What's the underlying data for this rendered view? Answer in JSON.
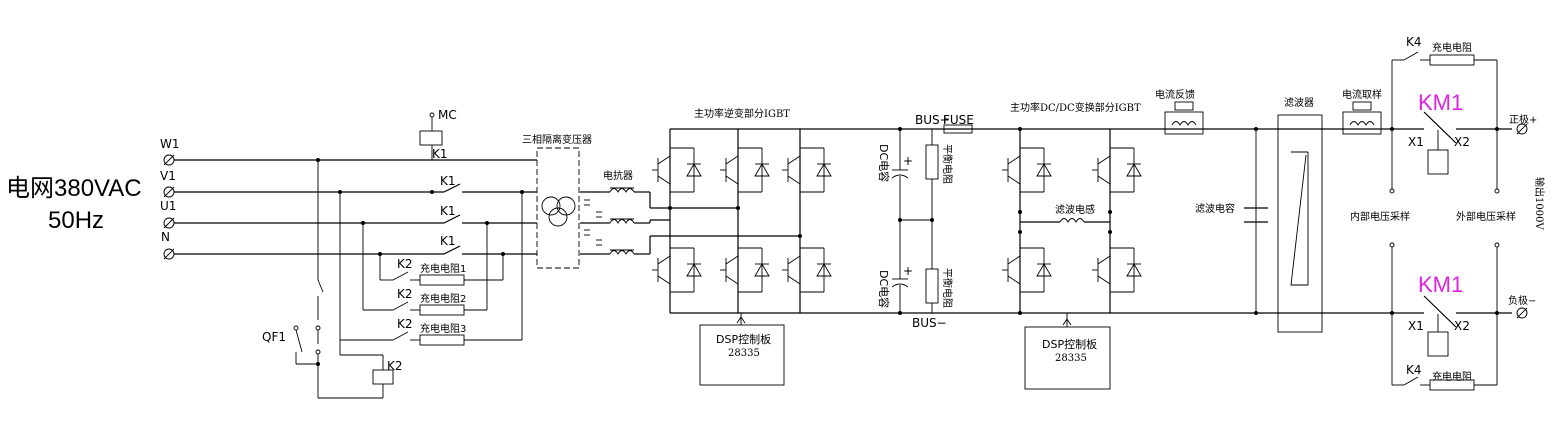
{
  "grid": {
    "name": "电网380VAC",
    "freq": "50Hz"
  },
  "terminals": [
    "W1",
    "V1",
    "U1",
    "N"
  ],
  "labels": {
    "mc": "MC",
    "k1": "K1",
    "k2": "K2",
    "k4": "K4",
    "qf1": "QF1",
    "transformer": "三相隔离变压器",
    "reactor": "电抗器",
    "inverter": "主功率逆变部分IGBT",
    "dcdc": "主功率DC/DC变换部分IGBT",
    "bus_plus": "BUS+",
    "bus_minus": "BUS−",
    "fuse": "FUSE",
    "dc_cap": "DC电容",
    "balance_res": "平衡电阻",
    "filter_inductor": "滤波电感",
    "filter_cap": "滤波电容",
    "current_feedback": "电流反馈",
    "current_sample": "电流取样",
    "filter": "滤波器",
    "km1": "KM1",
    "x1": "X1",
    "x2": "X2",
    "inner_v": "内部电压采样",
    "outer_v": "外部电压采样",
    "pos": "正极+",
    "neg": "负极−",
    "output_rating": "输出1000V",
    "charge_res": "充电电阻",
    "charge_res1": "充电电阻1",
    "charge_res2": "充电电阻2",
    "charge_res3": "充电电阻3",
    "dsp": "DSP控制板",
    "dsp_model": "28335"
  }
}
